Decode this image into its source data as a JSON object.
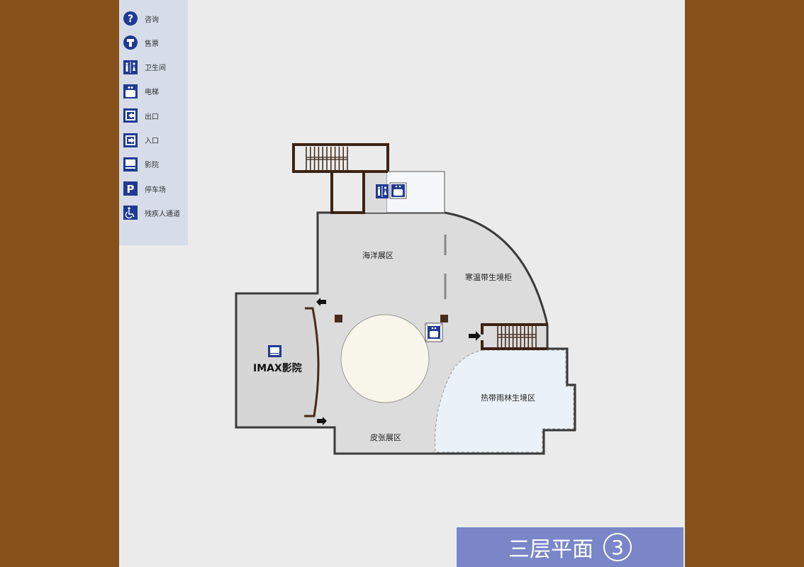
{
  "legend": [
    {
      "icon": "question-icon",
      "label": "咨询"
    },
    {
      "icon": "ticket-icon",
      "label": "售票"
    },
    {
      "icon": "restroom-icon",
      "label": "卫生间"
    },
    {
      "icon": "elevator-icon",
      "label": "电梯"
    },
    {
      "icon": "exit-icon",
      "label": "出口"
    },
    {
      "icon": "entrance-icon",
      "label": "入口"
    },
    {
      "icon": "cinema-icon",
      "label": "影院"
    },
    {
      "icon": "parking-icon",
      "label": "停车场"
    },
    {
      "icon": "wheelchair-icon",
      "label": "残疾人通道"
    }
  ],
  "zones": {
    "ocean": "海洋展区",
    "cold": "寒温带生境柜",
    "imax": "IMAX影院",
    "tropical": "热带雨林生境区",
    "skin": "皮张展区"
  },
  "title": {
    "text": "三层平面",
    "floor": "3"
  },
  "colors": {
    "background": "#87511c",
    "legend": "#d6dde9",
    "icon": "#1f3a93",
    "title_box": "#7a86c8"
  }
}
